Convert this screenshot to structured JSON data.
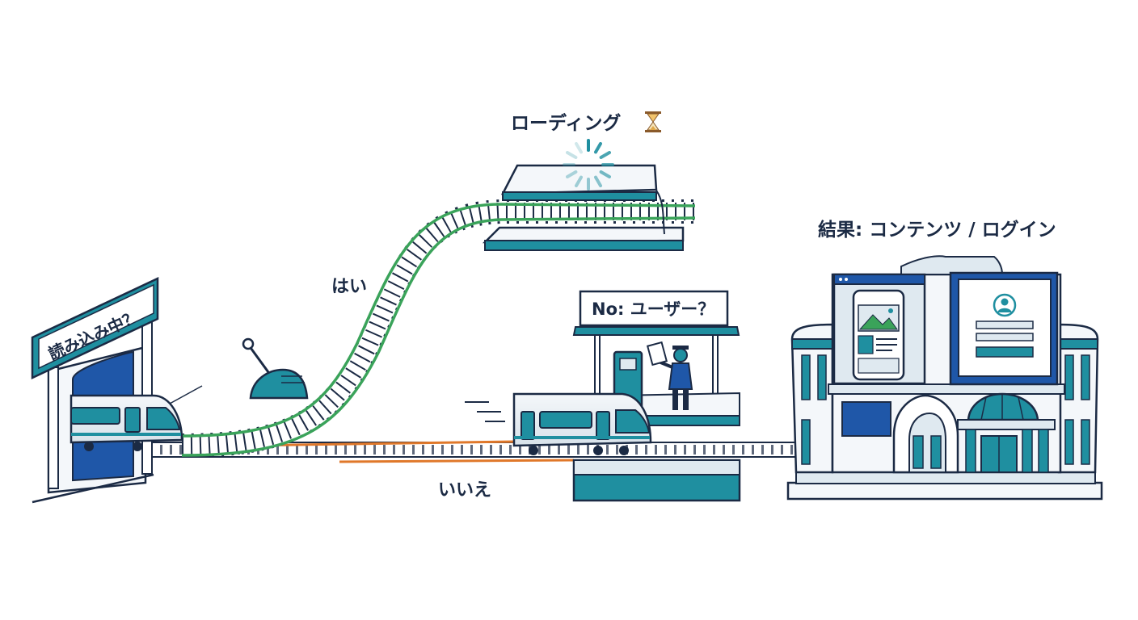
{
  "labels": {
    "start_sign": "読み込み中？",
    "loading": "ローディング",
    "yes_branch": "はい",
    "no_branch": "いいえ",
    "no_station_sign": "No: ユーザー？",
    "result": "結果: コンテンツ / ログイン"
  },
  "icons": {
    "loading_icon": "hourglass-icon",
    "spinner_icon": "spinner-icon",
    "user_icon": "user-avatar-icon",
    "image_icon": "image-icon"
  },
  "colors": {
    "navy": "#1b2a44",
    "teal": "#1f8fa0",
    "blue": "#1f57a8",
    "green": "#3aa35a",
    "orange": "#e0782a",
    "light": "#dfe9f0"
  }
}
